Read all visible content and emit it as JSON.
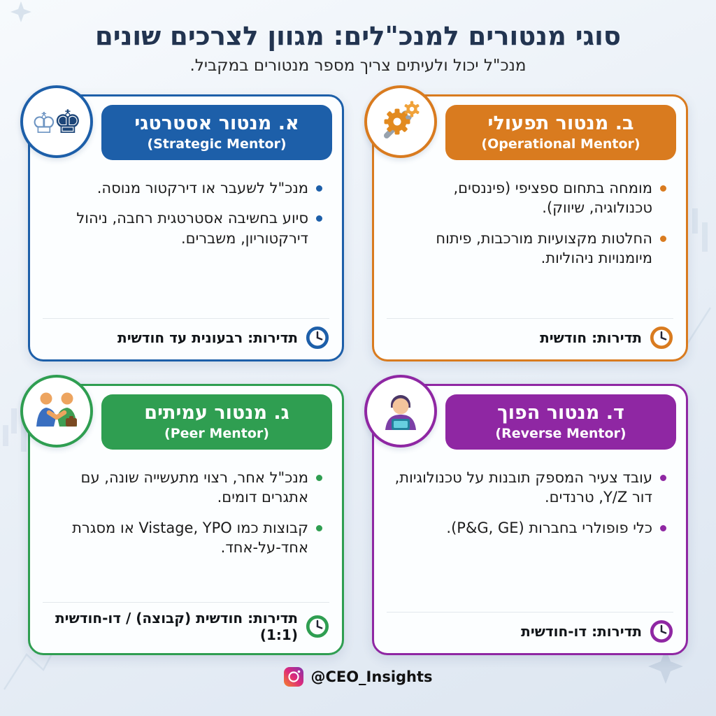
{
  "page": {
    "title": "סוגי מנטורים למנכ\"לים: מגוון לצרכים שונים",
    "subtitle": "מנכ\"ל יכול ולעיתים צריך מספר מנטורים במקביל.",
    "social_handle": "@CEO_Insights"
  },
  "icons": {
    "frequency": "clock-icon",
    "social": "instagram-icon"
  },
  "colors": {
    "title_text": "#223450",
    "body_text": "#1c1c1c",
    "background_top": "#f7fafd",
    "background_bottom": "#dde6f1"
  },
  "cards": [
    {
      "title": "א. מנטור אסטרטגי",
      "subtitle_en": "(Strategic Mentor)",
      "icon": "chess-icon",
      "color": "#1d5fa9",
      "bullets": [
        "מנכ\"ל לשעבר או דירקטור מנוסה.",
        "סיוע בחשיבה אסטרטגית רחבה, ניהול דירקטוריון, משברים."
      ],
      "frequency": "תדירות: רבעונית עד חודשית"
    },
    {
      "title": "ב. מנטור תפעולי",
      "subtitle_en": "(Operational Mentor)",
      "icon": "gears-icon",
      "color": "#d97b1f",
      "bullets": [
        "מומחה בתחום ספציפי (פיננסים, טכנולוגיה, שיווק).",
        "החלטות מקצועיות מורכבות, פיתוח מיומנויות ניהוליות."
      ],
      "frequency": "תדירות: חודשית"
    },
    {
      "title": "ג. מנטור עמיתים",
      "subtitle_en": "(Peer Mentor)",
      "icon": "handshake-icon",
      "color": "#2f9e51",
      "bullets": [
        "מנכ\"ל אחר, רצוי מתעשייה שונה, עם אתגרים דומים.",
        "קבוצות כמו Vistage, YPO או מסגרת אחד-על-אחד."
      ],
      "frequency": "תדירות: חודשית (קבוצה) / דו-חודשית (1:1)"
    },
    {
      "title": "ד. מנטור הפוך",
      "subtitle_en": "(Reverse Mentor)",
      "icon": "tablet-user-icon",
      "color": "#8f27a3",
      "bullets": [
        "עובד צעיר המספק תובנות על טכנולוגיות, דור Y/Z, טרנדים.",
        "כלי פופולרי בחברות (P&G, GE)."
      ],
      "frequency": "תדירות: דו-חודשית"
    }
  ]
}
